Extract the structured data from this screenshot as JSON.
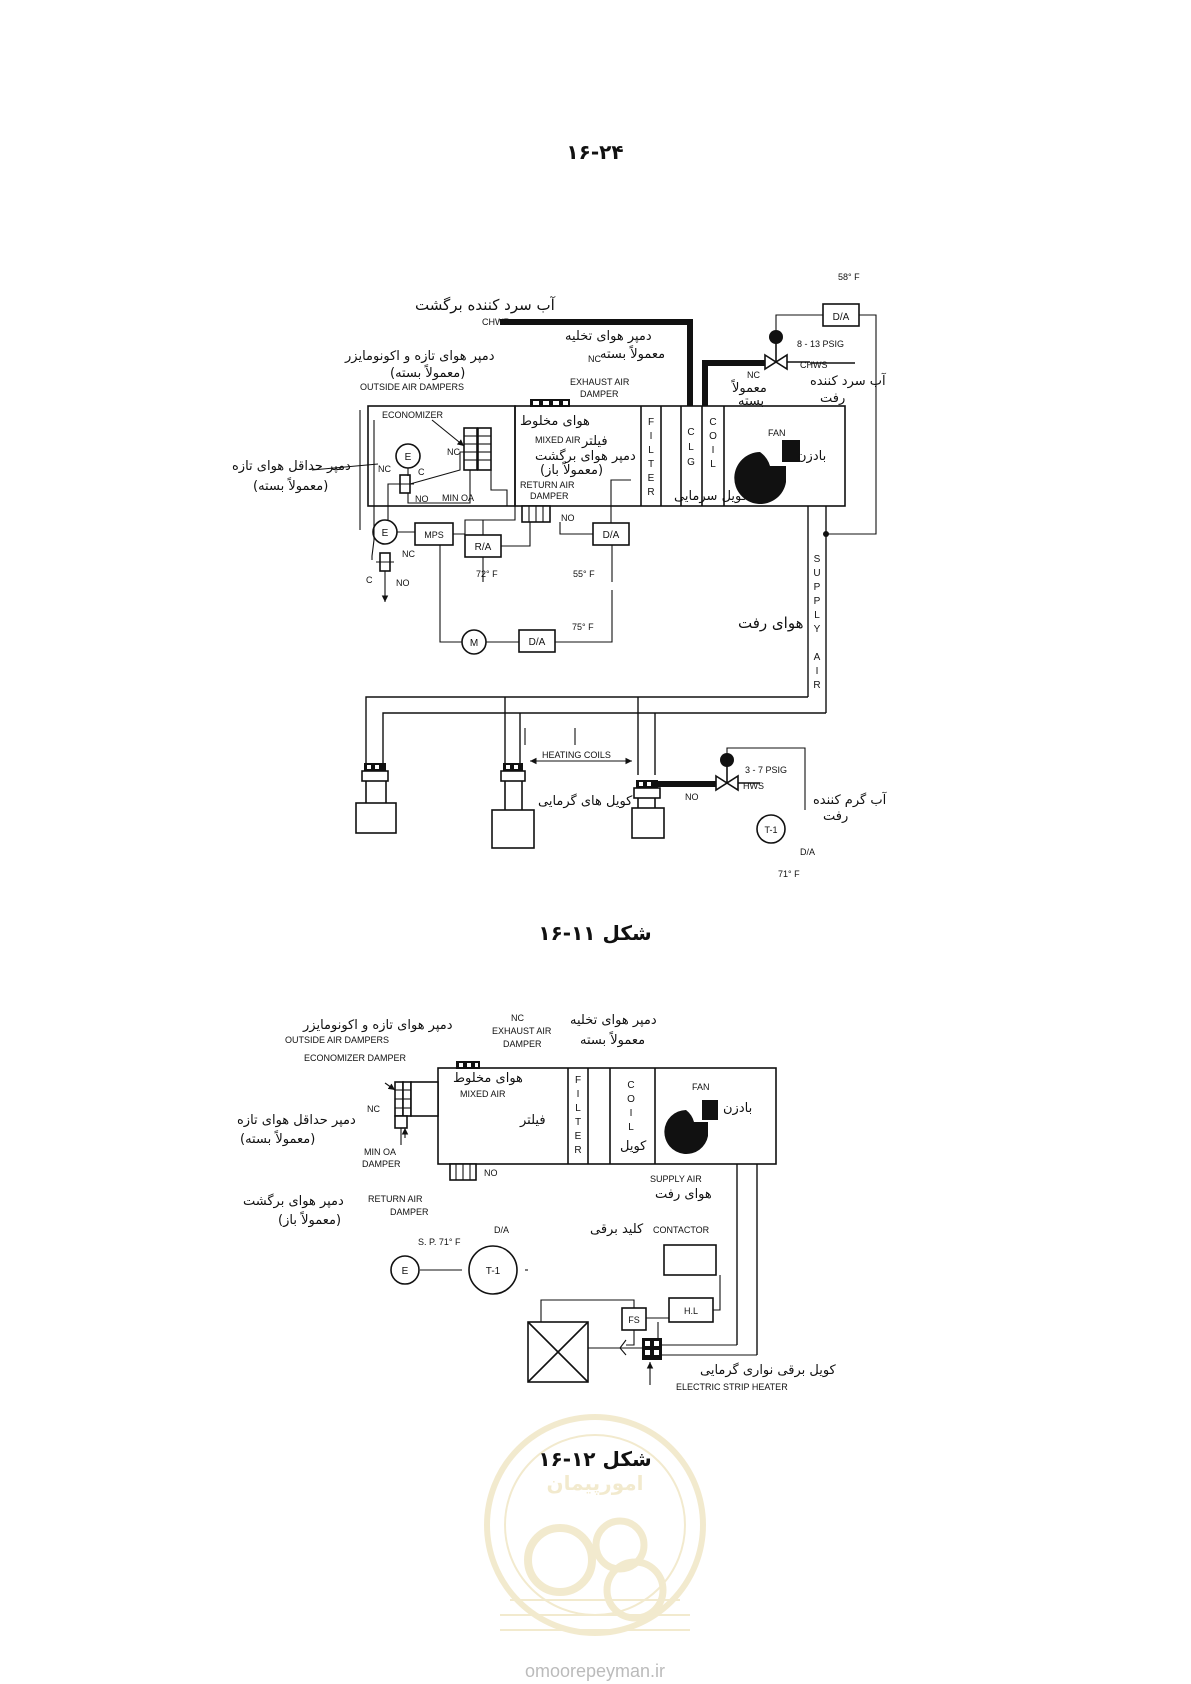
{
  "page": {
    "number": "۱۶-۲۴"
  },
  "fig1": {
    "caption": "شکل ۱۱-۱۶",
    "temp_58": "58° F",
    "temp_72": "72° F",
    "temp_55": "55° F",
    "temp_75": "75° F",
    "temp_71": "71° F",
    "da": "D/A",
    "ra": "R/A",
    "mps": "MPS",
    "e": "E",
    "m": "M",
    "t1": "T-1",
    "c": "C",
    "nc": "NC",
    "no": "NO",
    "chwr": "CHWR",
    "chwr_fa": "آب سرد کننده برگشت",
    "chws": "CHWS",
    "chws_fa_1": "آب سرد کننده",
    "chws_fa_2": "رفت",
    "psig_chws": "8 - 13 PSIG",
    "nc_fa_1": "معمولاً",
    "nc_fa_2": "بسته",
    "exhaust_fa_1": "دمپر هوای تخلیه",
    "exhaust_fa_2": "معمولاً بسته",
    "exhaust_1": "EXHAUST AIR",
    "exhaust_2": "DAMPER",
    "oad_fa_1": "دمپر هوای تازه و اکونومایزر",
    "oad_fa_2": "(معمولاً بسته)",
    "oad": "OUTSIDE AIR DAMPERS",
    "economizer": "ECONOMIZER",
    "min_oa": "MIN OA",
    "min_fa_1": "دمپر حداقل هوای تازه",
    "min_fa_2": "(معمولاً بسته)",
    "mixed_fa": "هوای مخلوط",
    "mixed": "MIXED AIR",
    "filter_fa": "فیلتر",
    "return_fa_1": "دمپر هوای برگشت",
    "return_fa_2": "(معمولاً باز)",
    "return_1": "RETURN AIR",
    "return_2": "DAMPER",
    "filter_v": [
      "F",
      "I",
      "L",
      "T",
      "E",
      "R"
    ],
    "clg_v": [
      "C",
      "L",
      "G"
    ],
    "coil_v": [
      "C",
      "O",
      "I",
      "L"
    ],
    "coil_fa": "کویل سرمایی",
    "fan": "FAN",
    "fan_fa": "بادزن",
    "supply_v": [
      "S",
      "U",
      "P",
      "P",
      "L",
      "Y",
      "",
      "A",
      "I",
      "R"
    ],
    "supply_fa": "هوای رفت",
    "heating": "HEATING COILS",
    "heating_fa": "کویل های گرمایی",
    "psig_hws": "3 - 7 PSIG",
    "hws": "HWS",
    "hws_fa_1": "آب گرم کننده",
    "hws_fa_2": "رفت"
  },
  "fig2": {
    "caption": "شکل ۱۲-۱۶",
    "oad_fa": "دمپر هوای تازه و اکونومایزر",
    "oad": "OUTSIDE AIR DAMPERS",
    "econ": "ECONOMIZER DAMPER",
    "nc": "NC",
    "no": "NO",
    "exhaust_fa_1": "دمپر هوای تخلیه",
    "exhaust_fa_2": "معمولاً بسته",
    "exhaust_1": "EXHAUST AIR",
    "exhaust_2": "DAMPER",
    "mixed_fa": "هوای مخلوط",
    "mixed": "MIXED AIR",
    "filter_fa": "فیلتر",
    "filter_v": [
      "F",
      "I",
      "L",
      "T",
      "E",
      "R"
    ],
    "coil_v": [
      "C",
      "O",
      "I",
      "L"
    ],
    "coil_fa": "کویل",
    "fan": "FAN",
    "fan_fa": "بادزن",
    "min_fa_1": "دمپر حداقل هوای تازه",
    "min_fa_2": "(معمولاً بسته)",
    "min_1": "MIN OA",
    "min_2": "DAMPER",
    "return_fa_1": "دمپر هوای برگشت",
    "return_fa_2": "(معمولاً باز)",
    "return_1": "RETURN AIR",
    "return_2": "DAMPER",
    "supply": "SUPPLY AIR",
    "supply_fa": "هوای رفت",
    "contactor": "CONTACTOR",
    "contactor_fa": "کلید برقی",
    "da": "D/A",
    "sp": "S. P. 71° F",
    "e": "E",
    "t1": "T-1",
    "fs": "FS",
    "hl": "H.L",
    "heater_fa": "کویل برقی نواری گرمایی",
    "heater": "ELECTRIC STRIP HEATER"
  },
  "watermark": {
    "url": "omoorepeyman.ir",
    "brand": "امورپیمان"
  }
}
